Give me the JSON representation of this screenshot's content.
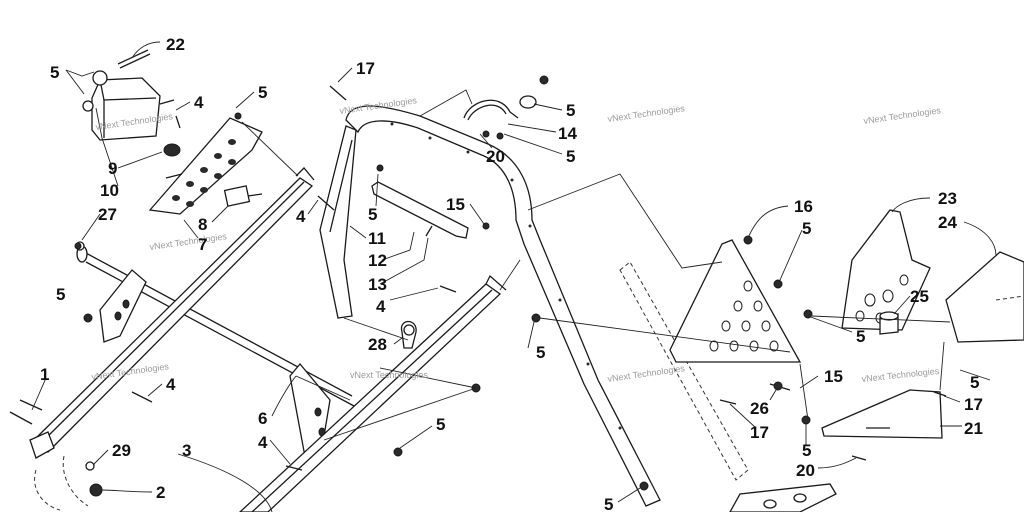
{
  "diagram": {
    "callouts": [
      {
        "label": "22"
      },
      {
        "label": "5"
      },
      {
        "label": "4"
      },
      {
        "label": "5"
      },
      {
        "label": "17"
      },
      {
        "label": "5"
      },
      {
        "label": "14"
      },
      {
        "label": "20"
      },
      {
        "label": "5"
      },
      {
        "label": "9"
      },
      {
        "label": "10"
      },
      {
        "label": "8"
      },
      {
        "label": "7"
      },
      {
        "label": "27"
      },
      {
        "label": "4"
      },
      {
        "label": "5"
      },
      {
        "label": "11"
      },
      {
        "label": "12"
      },
      {
        "label": "13"
      },
      {
        "label": "15"
      },
      {
        "label": "16"
      },
      {
        "label": "5"
      },
      {
        "label": "23"
      },
      {
        "label": "24"
      },
      {
        "label": "25"
      },
      {
        "label": "5"
      },
      {
        "label": "4"
      },
      {
        "label": "28"
      },
      {
        "label": "5"
      },
      {
        "label": "5"
      },
      {
        "label": "1"
      },
      {
        "label": "4"
      },
      {
        "label": "15"
      },
      {
        "label": "5"
      },
      {
        "label": "26"
      },
      {
        "label": "17"
      },
      {
        "label": "17"
      },
      {
        "label": "21"
      },
      {
        "label": "6"
      },
      {
        "label": "5"
      },
      {
        "label": "4"
      },
      {
        "label": "29"
      },
      {
        "label": "3"
      },
      {
        "label": "2"
      },
      {
        "label": "5"
      },
      {
        "label": "20"
      },
      {
        "label": "5"
      }
    ],
    "watermarks": [
      {
        "text": "vNext Technologies"
      },
      {
        "text": "vNext Technologies"
      },
      {
        "text": "vNext Technologies"
      },
      {
        "text": "vNext Technologies"
      },
      {
        "text": "vNext Technologies"
      },
      {
        "text": "vNext Technologies"
      },
      {
        "text": "vNext Technologies"
      },
      {
        "text": "vNext Technologies"
      },
      {
        "text": "vNext Technologies"
      }
    ]
  }
}
